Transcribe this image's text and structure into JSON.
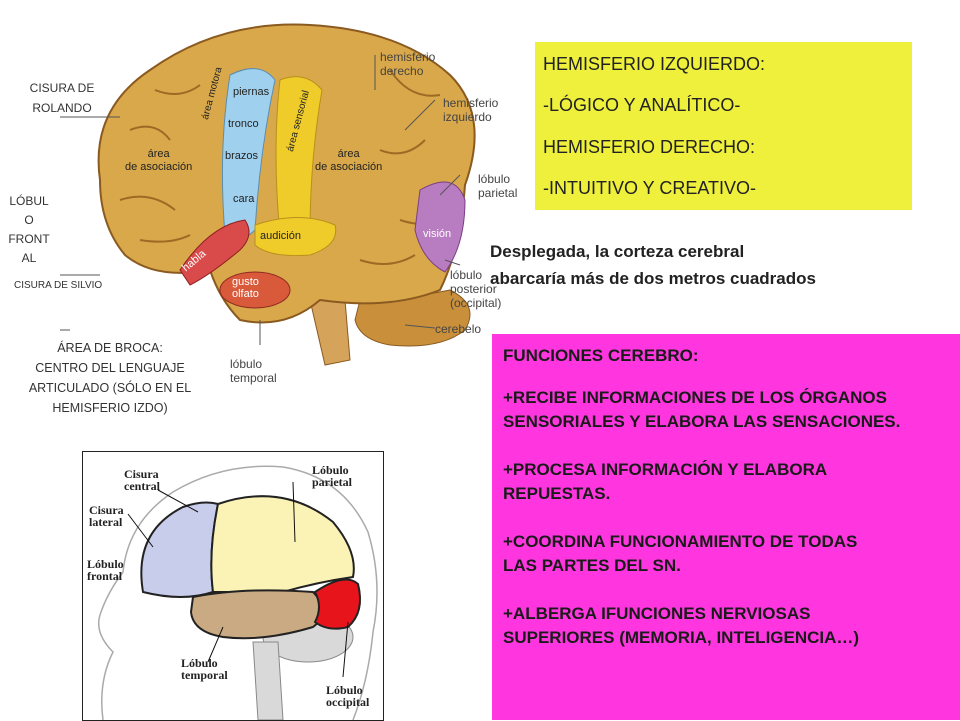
{
  "top_diagram": {
    "side_labels": {
      "cisura_rolando": [
        "CISURA DE",
        "ROLANDO"
      ],
      "lobulo_frontal": [
        "LÓBUL",
        "O",
        "FRONT",
        "AL"
      ],
      "cisura_silvio": "CISURA DE SILVIO"
    },
    "region_labels": {
      "piernas": "piernas",
      "tronco": "tronco",
      "brazos": "brazos",
      "cara": "cara",
      "area_motora": "área motora",
      "area_sensorial": "área sensorial",
      "area_asociacion_1": [
        "área",
        "de asociación"
      ],
      "area_asociacion_2": [
        "área",
        "de asociación"
      ],
      "audicion": "audición",
      "habla": "habla",
      "gusto_olfato": [
        "gusto",
        "olfato"
      ],
      "vision": "visión"
    },
    "callout_labels": {
      "hemisferio_derecho": [
        "hemisferio",
        "derecho"
      ],
      "hemisferio_izquierdo": [
        "hemisferio",
        "izquierdo"
      ],
      "lobulo_parietal": [
        "lóbulo",
        "parietal"
      ],
      "lobulo_posterior": [
        "lóbulo",
        "posterior",
        "(occipital)"
      ],
      "cerebelo": "cerebelo",
      "lobulo_temporal": [
        "lóbulo",
        "temporal"
      ]
    }
  },
  "yellow_box": {
    "lines": [
      "HEMISFERIO IZQUIERDO:",
      "-LÓGICO Y ANALÍTICO-",
      "HEMISFERIO DERECHO:",
      "-INTUITIVO Y CREATIVO-"
    ]
  },
  "caption": [
    "Desplegada, la corteza cerebral",
    "abarcaría más de dos metros cuadrados"
  ],
  "broca": {
    "title": "ÁREA DE BROCA:",
    "body": [
      "CENTRO DEL LENGUAJE",
      "ARTICULADO (SÓLO EN EL",
      "HEMISFERIO IZDO)"
    ]
  },
  "functions_box": {
    "title": "FUNCIONES CEREBRO:",
    "items": [
      [
        "+RECIBE INFORMACIONES DE LOS ÓRGANOS",
        "SENSORIALES Y ELABORA LAS SENSACIONES."
      ],
      [
        "+PROCESA INFORMACIÓN Y ELABORA",
        "REPUESTAS."
      ],
      [
        "+COORDINA FUNCIONAMIENTO DE TODAS",
        "LAS PARTES DEL SN."
      ],
      [
        "+ALBERGA IFUNCIONES NERVIOSAS",
        "SUPERIORES (MEMORIA, INTELIGENCIA…)"
      ]
    ]
  },
  "bottom_diagram": {
    "labels": {
      "cisura_central": [
        "Cisura",
        "central"
      ],
      "cisura_lateral": [
        "Cisura",
        "lateral"
      ],
      "lobulo_frontal": [
        "Lóbulo",
        "frontal"
      ],
      "lobulo_parietal": [
        "Lóbulo",
        "parietal"
      ],
      "lobulo_temporal": [
        "Lóbulo",
        "temporal"
      ],
      "lobulo_occipital": [
        "Lóbulo",
        "occipital"
      ]
    },
    "colors": {
      "frontal": "#c8cdec",
      "parietal": "#fbf3b6",
      "temporal": "#c9aa82",
      "occipital": "#e8141b",
      "cerebellum": "#d9d9d9"
    }
  },
  "colors": {
    "yellow_box": "#eef03c",
    "magenta_box": "#ff36e0",
    "cortex": "#d9a84a",
    "motor_strip": "#9fd1ee",
    "sensory_strip": "#f0cc2a",
    "speech": "#d94a4a",
    "vision": "#b87cc0"
  }
}
